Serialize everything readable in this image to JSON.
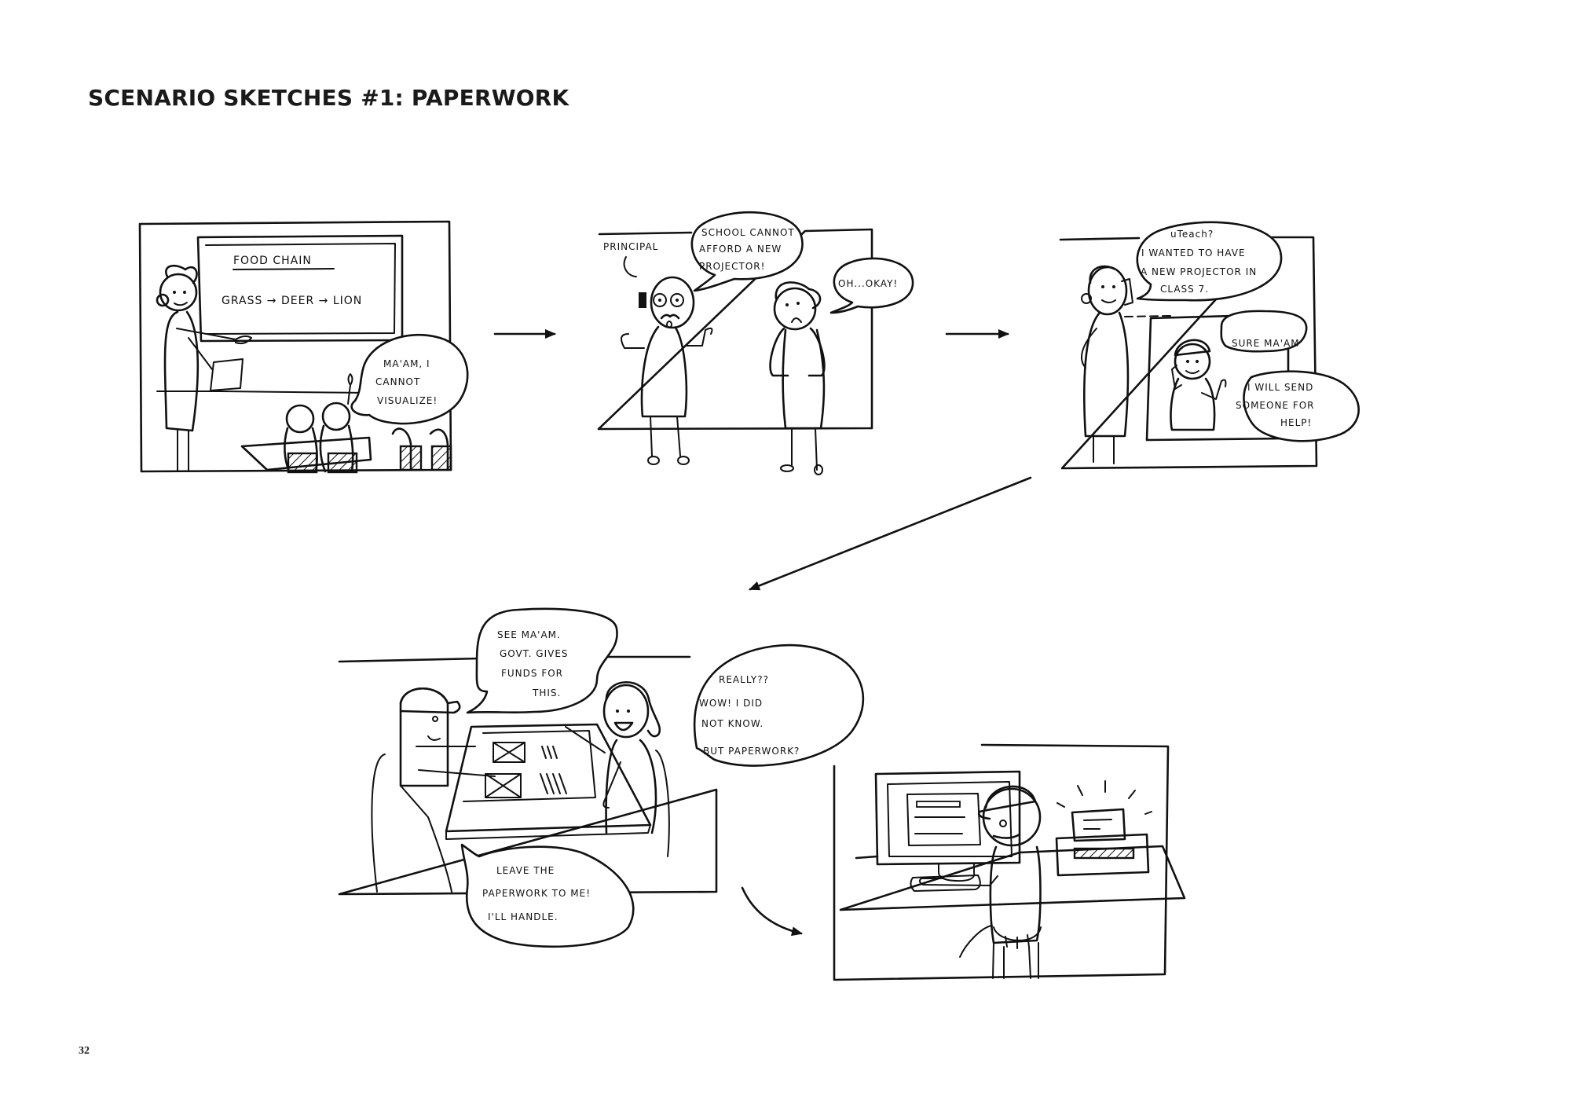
{
  "page": {
    "title": "SCENARIO SKETCHES #1: PAPERWORK",
    "page_number": "32"
  },
  "panels": [
    {
      "id": "panel-1",
      "scene": "classroom",
      "board": {
        "heading": "FOOD CHAIN",
        "chain": "GRASS → DEER → LION"
      },
      "speech": [
        {
          "speaker": "student",
          "lines": [
            "MA'AM, I",
            "CANNOT",
            "VISUALIZE!"
          ]
        }
      ]
    },
    {
      "id": "panel-2",
      "scene": "principal-office",
      "label": "PRINCIPAL",
      "speech": [
        {
          "speaker": "principal",
          "lines": [
            "SCHOOL CANNOT",
            "AFFORD A NEW",
            "PROJECTOR!"
          ]
        },
        {
          "speaker": "teacher",
          "lines": [
            "OH...OKAY!"
          ]
        }
      ]
    },
    {
      "id": "panel-3",
      "scene": "phone-call",
      "speech": [
        {
          "speaker": "teacher",
          "lines": [
            "uTeach?",
            "I WANTED TO HAVE",
            "A NEW PROJECTOR IN",
            "CLASS 7."
          ]
        },
        {
          "speaker": "uteach-agent",
          "lines": [
            "SURE MA'AM"
          ]
        },
        {
          "speaker": "uteach-agent",
          "lines": [
            "I WILL SEND",
            "SOMEONE FOR",
            "HELP!"
          ]
        }
      ]
    },
    {
      "id": "panel-4",
      "scene": "meeting",
      "speech": [
        {
          "speaker": "agent",
          "lines": [
            "SEE MA'AM.",
            "GOVT. GIVES",
            "FUNDS FOR",
            "THIS."
          ]
        },
        {
          "speaker": "teacher",
          "lines": [
            "REALLY??",
            "WOW! I DID",
            "NOT KNOW.",
            "BUT PAPERWORK?"
          ]
        },
        {
          "speaker": "agent",
          "lines": [
            "LEAVE THE",
            "PAPERWORK TO ME!",
            "I'LL HANDLE."
          ]
        }
      ]
    },
    {
      "id": "panel-5",
      "scene": "agent-at-computer-printing",
      "speech": []
    }
  ],
  "flow_arrows": [
    {
      "from": "panel-1",
      "to": "panel-2"
    },
    {
      "from": "panel-2",
      "to": "panel-3"
    },
    {
      "from": "panel-3",
      "to": "panel-4"
    },
    {
      "from": "panel-4",
      "to": "panel-5"
    }
  ]
}
